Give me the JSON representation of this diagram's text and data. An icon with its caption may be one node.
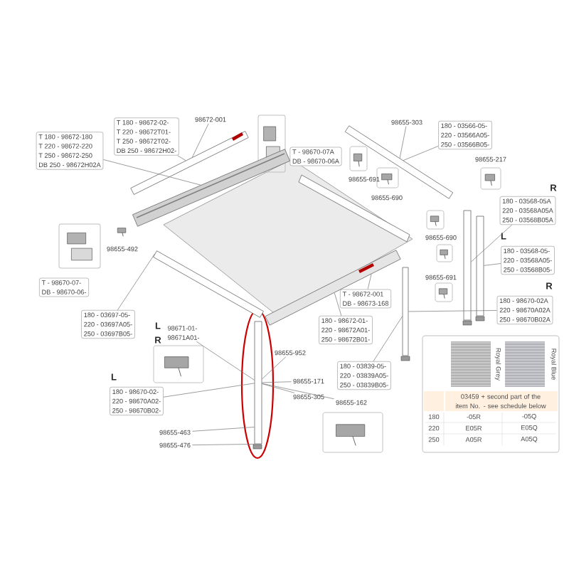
{
  "diagram": {
    "nodes": [
      {
        "text": [
          "T 180 - 98672-180",
          "T 220 - 98672-220",
          "T 250 - 98672-250",
          "DB 250 - 98672H02A"
        ]
      },
      {
        "text": [
          "T 180 - 98672-02-",
          "T 220 - 98672T01-",
          "T 250 - 98672T02-",
          "DB 250 - 98672H02-"
        ]
      },
      {
        "text": [
          "98672-001"
        ]
      },
      {
        "text": [],
        "shape": "picture"
      },
      {
        "text": [
          "T - 98670-07A",
          "DB - 98670-06A"
        ]
      },
      {
        "text": [
          "98655-691"
        ]
      },
      {
        "text": [
          "98655-303"
        ]
      },
      {
        "text": [
          "180 - 03566-05-",
          "220 - 03566A05-",
          "250 - 03566B05-"
        ]
      },
      {
        "text": [
          "98655-690"
        ]
      },
      {
        "text": [
          "98655-217"
        ]
      },
      {
        "text": [
          "180 - 03568-05A",
          "220 - 03568A05A",
          "250 - 03568B05A"
        ],
        "beside": [
          "R"
        ]
      },
      {
        "text": [
          "98655-690"
        ]
      },
      {
        "text": [
          "98655-691"
        ]
      },
      {
        "text": [
          "180 - 03568-05-",
          "220 - 03568A05-",
          "250 - 03568B05-"
        ],
        "beside": [
          "L"
        ]
      },
      {
        "text": [
          "180 - 98670-02A",
          "220 - 98670A02A",
          "250 - 98670B02A"
        ],
        "beside": [
          "R"
        ]
      },
      {
        "text": [
          "T - 98672-001",
          "DB - 98673-168"
        ]
      },
      {
        "text": [
          "180 - 98672-01-",
          "220 - 98672A01-",
          "250 - 98672B01-"
        ]
      },
      {
        "text": [],
        "shape": "picture"
      },
      {
        "text": [
          "T - 98670-07-",
          "DB - 98670-06-"
        ]
      },
      {
        "text": [
          "98655-492"
        ]
      },
      {
        "text": [
          "180 - 03697-05-",
          "220 - 03697A05-",
          "250 - 03697B05-"
        ]
      },
      {
        "text": [
          "98671-01-",
          "98671A01-"
        ],
        "beside": [
          "L",
          "R"
        ]
      },
      {
        "text": [
          "98655-952"
        ]
      },
      {
        "text": [
          "98655-171"
        ]
      },
      {
        "text": [
          "98655-305"
        ]
      },
      {
        "text": [
          "98655-162"
        ]
      },
      {
        "text": [
          "180 - 03839-05-",
          "220 - 03839A05-",
          "250 - 03839B05-"
        ]
      },
      {
        "text": [
          "180 - 98670-02-",
          "220 - 98670A02-",
          "250 - 98670B02-"
        ],
        "beside": [
          "L"
        ]
      },
      {
        "text": [
          "98655-463"
        ]
      },
      {
        "text": [
          "98655-476"
        ]
      },
      {
        "text": [],
        "shape": "bar"
      },
      {
        "text": [],
        "shape": "bar"
      },
      {
        "text": [],
        "shape": "bar"
      },
      {
        "text": [],
        "shape": "bar"
      },
      {
        "text": [],
        "shape": "bar"
      },
      {
        "text": [],
        "shape": "bar"
      },
      {
        "text": [],
        "shape": "bar"
      },
      {
        "text": [],
        "shape": "bar"
      },
      {
        "text": [],
        "shape": "bar"
      }
    ],
    "edges": [
      {
        "from": 0,
        "to": 31,
        "arrow": "none"
      },
      {
        "from": 1,
        "to": 30,
        "arrow": "none"
      },
      {
        "from": 2,
        "to": 30,
        "arrow": "none"
      },
      {
        "from": 6,
        "to": 32,
        "arrow": "none"
      },
      {
        "from": 7,
        "to": 32,
        "arrow": "none"
      },
      {
        "from": 10,
        "to": 37,
        "arrow": "none"
      },
      {
        "from": 13,
        "to": 38,
        "arrow": "none"
      },
      {
        "from": 14,
        "to": 36,
        "arrow": "none"
      },
      {
        "from": 15,
        "to": 34,
        "arrow": "none"
      },
      {
        "from": 16,
        "to": 34,
        "arrow": "none"
      },
      {
        "from": 20,
        "to": 33,
        "arrow": "none"
      },
      {
        "from": 21,
        "to": 35,
        "arrow": "none"
      },
      {
        "from": 22,
        "to": 35,
        "arrow": "none"
      },
      {
        "from": 23,
        "to": 35,
        "arrow": "none"
      },
      {
        "from": 24,
        "to": 35,
        "arrow": "none"
      },
      {
        "from": 25,
        "to": 35,
        "arrow": "none"
      },
      {
        "from": 26,
        "to": 36,
        "arrow": "none"
      },
      {
        "from": 27,
        "to": 35,
        "arrow": "none"
      },
      {
        "from": 28,
        "to": 35,
        "arrow": "none"
      },
      {
        "from": 29,
        "to": 35,
        "arrow": "none"
      }
    ],
    "labels": [
      "Royal Grey",
      "Royal Blue",
      "03459 + second part of the item No. - see schedule below",
      "180",
      "-05R",
      "-05Q",
      "220",
      "E05R",
      "E05Q",
      "250",
      "A05R",
      "A05Q"
    ]
  }
}
